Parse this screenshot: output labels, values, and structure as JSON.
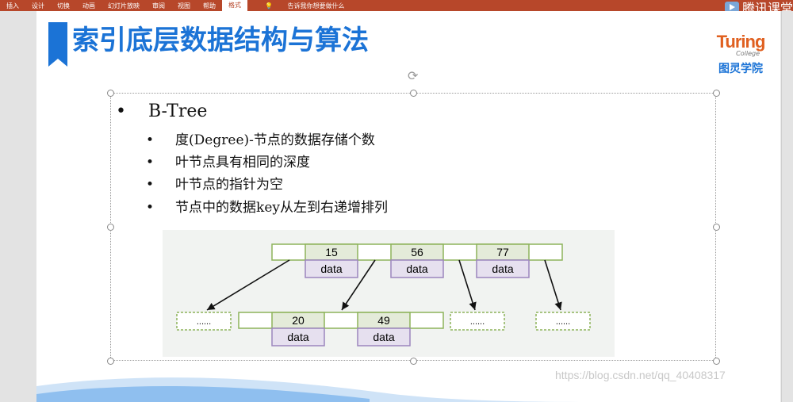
{
  "ribbon": {
    "tabs": [
      "插入",
      "设计",
      "切换",
      "动画",
      "幻灯片放映",
      "审阅",
      "视图",
      "帮助",
      "格式"
    ],
    "tell_me": "告诉我你想要做什么",
    "accent": "#b7472a"
  },
  "tencent": {
    "label": "腾讯课堂"
  },
  "slide": {
    "title": "索引底层数据结构与算法",
    "logo": {
      "brand": "Turing",
      "sub": "College",
      "cn": "图灵学院"
    },
    "main_bullet": "B-Tree",
    "sub_bullets": [
      "度(Degree)-节点的数据存储个数",
      "叶节点具有相同的深度",
      "叶节点的指针为空",
      "节点中的数据key从左到右递增排列"
    ]
  },
  "diagram": {
    "root_keys": [
      "15",
      "56",
      "77"
    ],
    "child_keys": [
      "20",
      "49"
    ],
    "data_label": "data",
    "placeholder": "......"
  },
  "watermark": "https://blog.csdn.net/qq_40408317",
  "colors": {
    "title": "#1b73d6",
    "node_border": "#8db35a",
    "key_fill": "#e4ebd9",
    "data_border": "#9c86bd",
    "data_fill": "#e6e0ef"
  }
}
